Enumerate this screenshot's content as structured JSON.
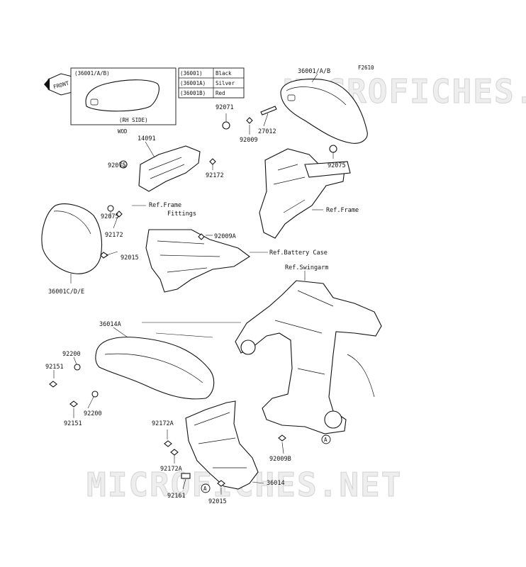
{
  "figure_code": "F2610",
  "watermark": "MICROFICHES.NET",
  "front_tag": "FRONT",
  "inset": {
    "ref": "(36001/A/B)",
    "side": "(RH SIDE)",
    "note": "WOD"
  },
  "color_table": [
    {
      "code": "(36001)",
      "color": "Black"
    },
    {
      "code": "(36001A)",
      "color": "Silver"
    },
    {
      "code": "(36001B)",
      "color": "Red"
    }
  ],
  "parts": {
    "p36001ab": "36001/A/B",
    "p92071": "92071",
    "p27012": "27012",
    "p92009": "92009",
    "p14091": "14091",
    "p92075a": "92075",
    "p92172a": "92172",
    "p92075b": "92075",
    "p92075c": "92075",
    "p92172b": "92172",
    "p92009a": "92009A",
    "p92015a": "92015",
    "p36001cde": "36001C/D/E",
    "p36014a": "36014A",
    "p92200a": "92200",
    "p92151a": "92151",
    "p92200b": "92200",
    "p92151b": "92151",
    "p92172a2": "92172A",
    "p92172a3": "92172A",
    "p92161": "92161",
    "p92015b": "92015",
    "p36014": "36014",
    "p92009b": "92009B"
  },
  "refs": {
    "frame_fittings_1": "Ref.Frame",
    "frame_fittings_2": "Fittings",
    "frame": "Ref.Frame",
    "battery_case": "Ref.Battery Case",
    "swingarm": "Ref.Swingarm"
  },
  "markers": {
    "a1": "A",
    "a2": "A"
  }
}
